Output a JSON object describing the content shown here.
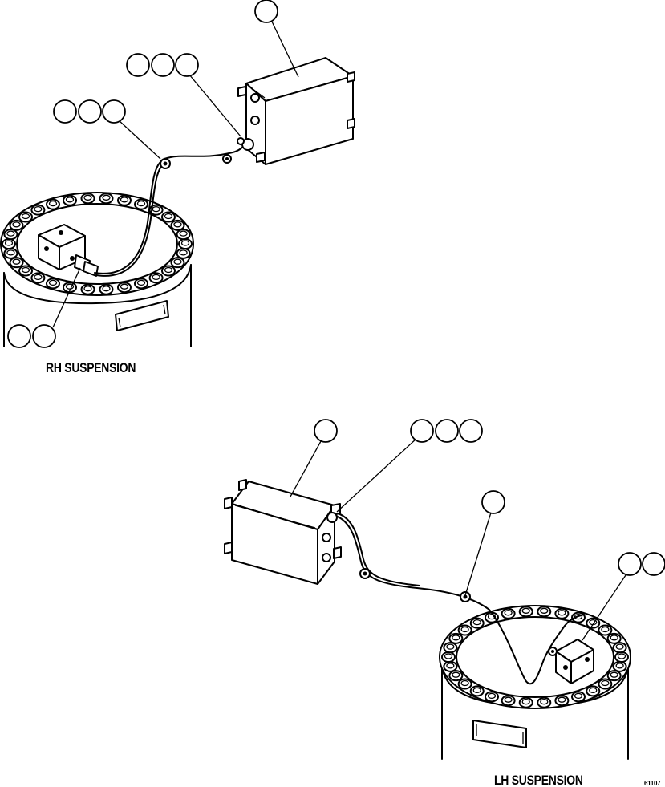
{
  "figure": {
    "captions": {
      "rh": "RH SUSPENSION",
      "lh": "LH SUSPENSION"
    },
    "figure_id": "61107"
  }
}
